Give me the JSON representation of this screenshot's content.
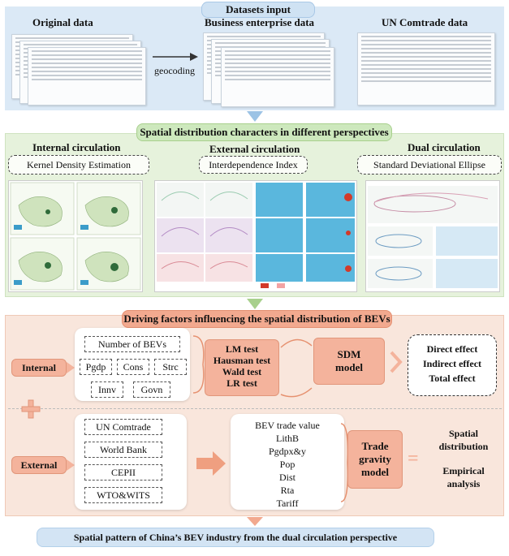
{
  "datasets": {
    "header": "Datasets input",
    "original_label": "Original data",
    "business_label": "Business enterprise data",
    "comtrade_label": "UN Comtrade data",
    "geocoding_label": "geocoding"
  },
  "spatial": {
    "header": "Spatial distribution characters in different perspectives",
    "internal": {
      "title": "Internal circulation",
      "method": "Kernel Density Estimation"
    },
    "external": {
      "title": "External circulation",
      "method": "Interdependence Index"
    },
    "dual": {
      "title": "Dual circulation",
      "method": "Standard Deviational Ellipse"
    }
  },
  "driving": {
    "header": "Driving factors influencing the spatial distribution of BEVs",
    "internal_label": "Internal",
    "external_label": "External",
    "internal_factors": [
      "Number of BEVs",
      "Pgdp",
      "Cons",
      "Strc",
      "Innv",
      "Govn"
    ],
    "tests": [
      "LM test",
      "Hausman test",
      "Wald test",
      "LR test"
    ],
    "sdm_label": "SDM model",
    "effects": [
      "Direct effect",
      "Indirect effect",
      "Total effect"
    ],
    "external_sources": [
      "UN Comtrade",
      "World Bank",
      "CEPII",
      "WTO&WITS"
    ],
    "trade_vars": [
      "BEV trade value",
      "LithB",
      "Pgdpx&y",
      "Pop",
      "Dist",
      "Rta",
      "Tariff"
    ],
    "gravity_label": "Trade gravity model",
    "equals_sign": "=",
    "plus_sign": "+",
    "outcomes": [
      "Spatial distribution",
      "Empirical analysis"
    ]
  },
  "final": {
    "header": "Spatial pattern of China’s BEV industry from the dual circulation perspective"
  },
  "colors": {
    "datasets_bg": "#dbe9f6",
    "spatial_bg": "#e6f2dc",
    "driving_bg": "#f9e6dc",
    "accent_salmon": "#f4b39c",
    "accent_arrow": "#ef9f80"
  }
}
